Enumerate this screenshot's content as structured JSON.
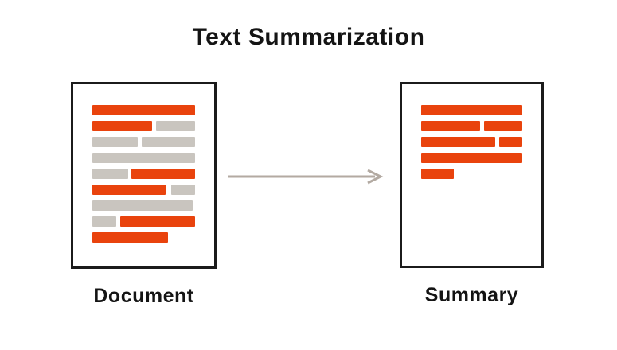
{
  "title": "Text Summarization",
  "colors": {
    "bar_red": "#E9430D",
    "bar_gray": "#C9C5BF",
    "arrow": "#B3AAA2",
    "doc_border": "#1B1B1B",
    "background": "#FFFFFF",
    "text": "#141414"
  },
  "document": {
    "label": "Document",
    "rows": [
      [
        {
          "color": "red",
          "w": 100
        }
      ],
      [
        {
          "color": "red",
          "w": 58
        },
        {
          "color": "gray",
          "w": 38
        }
      ],
      [
        {
          "color": "gray",
          "w": 44
        },
        {
          "color": "gray",
          "w": 52
        }
      ],
      [
        {
          "color": "gray",
          "w": 100
        }
      ],
      [
        {
          "color": "gray",
          "w": 35
        },
        {
          "color": "red",
          "w": 62
        }
      ],
      [
        {
          "color": "red",
          "w": 71
        },
        {
          "color": "gray",
          "w": 23
        }
      ],
      [
        {
          "color": "gray",
          "w": 98
        }
      ],
      [
        {
          "color": "gray",
          "w": 23
        },
        {
          "color": "red",
          "w": 73
        }
      ],
      [
        {
          "color": "red",
          "w": 74
        }
      ]
    ]
  },
  "summary": {
    "label": "Summary",
    "rows": [
      [
        {
          "color": "red",
          "w": 100
        }
      ],
      [
        {
          "color": "red",
          "w": 58
        },
        {
          "color": "red",
          "w": 38
        }
      ],
      [
        {
          "color": "red",
          "w": 73
        },
        {
          "color": "red",
          "w": 23
        }
      ],
      [
        {
          "color": "red",
          "w": 100
        }
      ],
      [
        {
          "color": "red",
          "w": 32
        }
      ]
    ]
  },
  "arrow": {
    "icon": "right-arrow"
  }
}
